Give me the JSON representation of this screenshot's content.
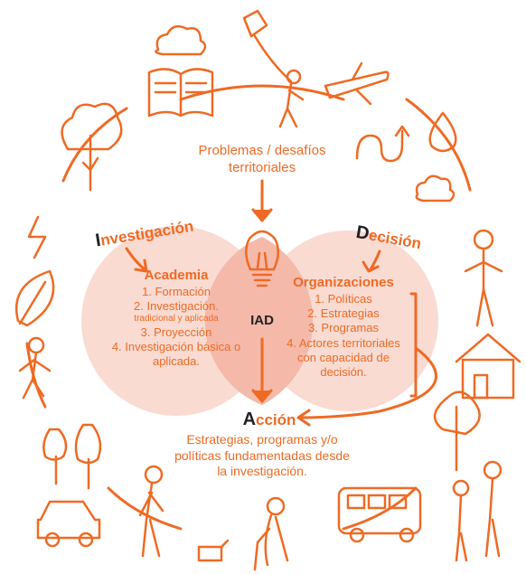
{
  "problems": {
    "line1": "Problemas / desafíos",
    "line2": "territoriales"
  },
  "investigacion": {
    "initial": "I",
    "rest": "nvestigación"
  },
  "decision": {
    "initial": "D",
    "rest": "ecisión"
  },
  "accion": {
    "initial": "A",
    "rest": "cción"
  },
  "center_label": "IAD",
  "academia": {
    "title": "Academia",
    "items": [
      "1. Formación",
      "2. Investigación.",
      "tradicional y aplicada",
      "3. Proyección",
      "4. Investigación básica o",
      "aplicada."
    ]
  },
  "organizaciones": {
    "title": "Organizaciones",
    "items": [
      "1. Políticas",
      "2. Estrategias",
      "3. Programas",
      "4. Actores territoriales",
      "con capacidad de",
      "decisión."
    ]
  },
  "result": {
    "line1": "Estrategias, programas y/o",
    "line2": "políticas fundamentadas desde",
    "line3": "la investigación."
  },
  "colors": {
    "accent": "#ef6a24",
    "circle": "#f9dbd2",
    "overlap": "#f4b9a9"
  },
  "icons": [
    "book-icon",
    "cloud-icon",
    "kite-person-icon",
    "airplane-icon",
    "road-icon",
    "drop-icon",
    "tree-icon",
    "lightning-icon",
    "leaf-icon",
    "walking-person-icon",
    "trees-icon",
    "car-icon",
    "person-with-dog-icon",
    "elderly-person-icon",
    "bus-icon",
    "house-icon",
    "standing-person-icon",
    "lightbulb-icon"
  ]
}
